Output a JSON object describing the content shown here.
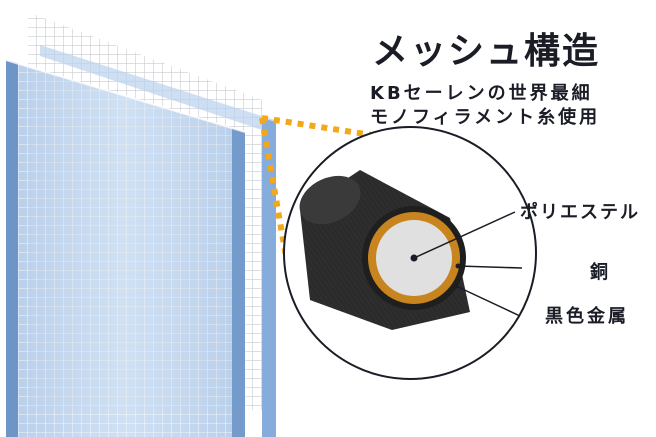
{
  "title": "メッシュ構造",
  "subtitle_line1": "KBセーレンの世界最細",
  "subtitle_line2": "モノフィラメント糸使用",
  "labels": {
    "polyester": "ポリエステル",
    "copper": "銅",
    "black_metal": "黒色金属"
  },
  "colors": {
    "text": "#1a1d26",
    "accent_dashed": "#f2a818",
    "glass_blue": "#8fb6e0",
    "copper": "#c8841e",
    "fiber_black": "#2b2b2b",
    "core": "#e0e0e0"
  }
}
